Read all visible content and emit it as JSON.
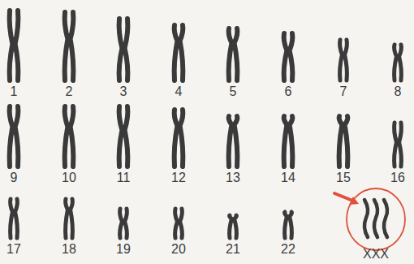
{
  "diagram": {
    "labels": [
      "1",
      "2",
      "3",
      "4",
      "5",
      "6",
      "7",
      "8",
      "9",
      "10",
      "11",
      "12",
      "13",
      "14",
      "15",
      "16",
      "17",
      "18",
      "19",
      "20",
      "21",
      "22",
      "XXX"
    ]
  }
}
